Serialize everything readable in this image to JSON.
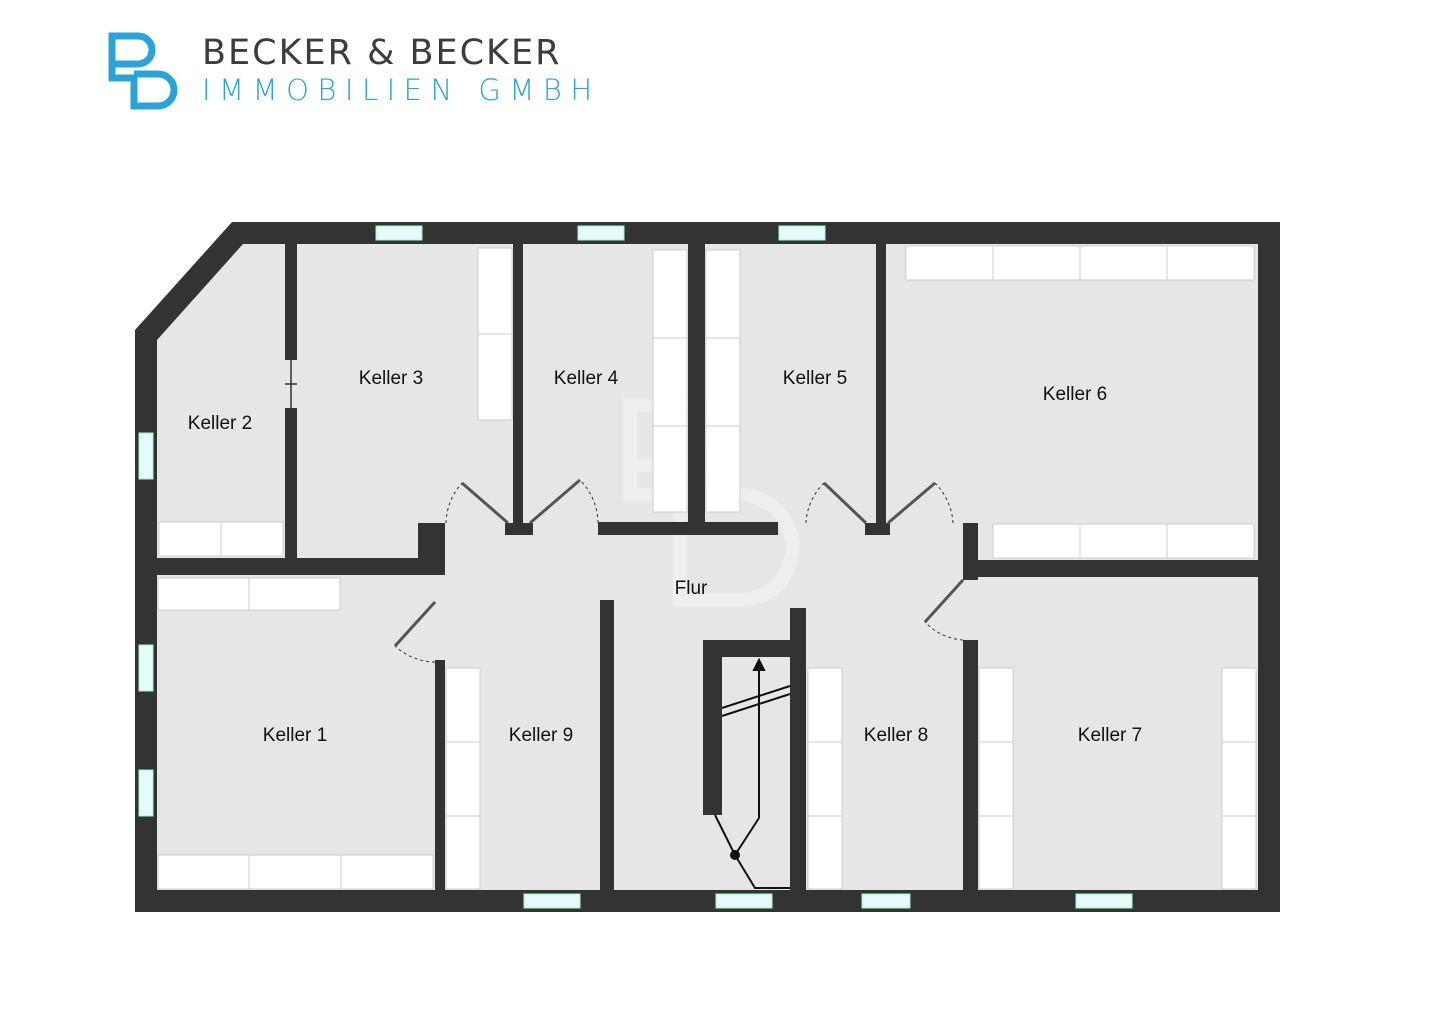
{
  "logo": {
    "line1": "BECKER & BECKER",
    "line2": "IMMOBILIEN GMBH",
    "mark": "BB",
    "colors": {
      "mark": "#2aa3d8",
      "line1": "#3a3c3f",
      "line2": "#2aa3d8"
    }
  },
  "rooms": [
    {
      "id": "keller-1",
      "label": "Keller 1"
    },
    {
      "id": "keller-2",
      "label": "Keller 2"
    },
    {
      "id": "keller-3",
      "label": "Keller 3"
    },
    {
      "id": "keller-4",
      "label": "Keller 4"
    },
    {
      "id": "keller-5",
      "label": "Keller 5"
    },
    {
      "id": "keller-6",
      "label": "Keller 6"
    },
    {
      "id": "keller-7",
      "label": "Keller 7"
    },
    {
      "id": "keller-8",
      "label": "Keller 8"
    },
    {
      "id": "keller-9",
      "label": "Keller 9"
    },
    {
      "id": "flur",
      "label": "Flur"
    }
  ],
  "colors": {
    "wall": "#333333",
    "floor": "#e6e6e6",
    "window": "#e6fafc"
  }
}
